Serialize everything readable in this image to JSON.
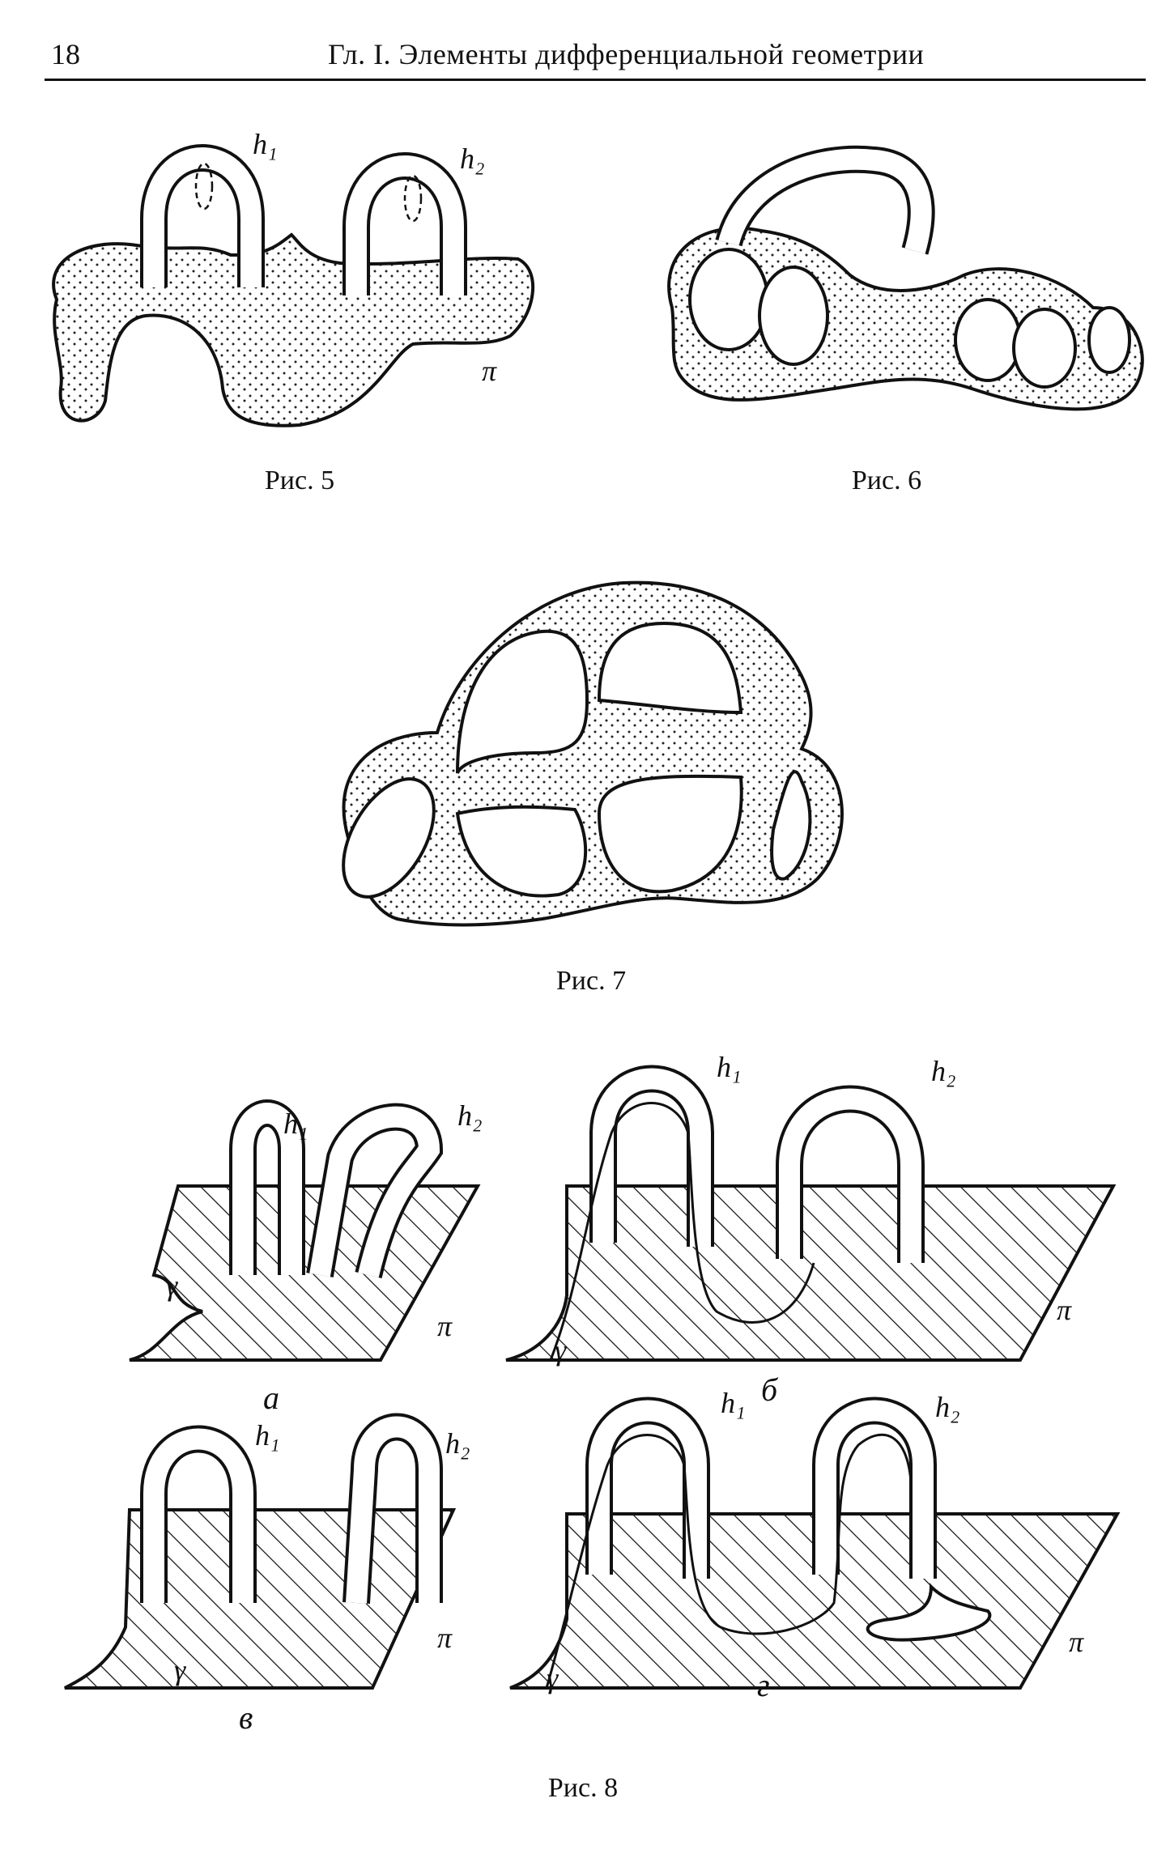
{
  "header": {
    "page_number": "18",
    "running_title": "Гл. I. Элементы дифференциальной геометрии"
  },
  "figures": {
    "fig5": {
      "caption": "Рис. 5",
      "labels": {
        "h1": "h₁",
        "h2": "h₂",
        "pi": "π"
      }
    },
    "fig6": {
      "caption": "Рис. 6"
    },
    "fig7": {
      "caption": "Рис. 7"
    },
    "fig8": {
      "caption": "Рис. 8",
      "panels": [
        {
          "letter": "a",
          "labels": {
            "h1": "h₁",
            "h2": "h₂",
            "gamma": "γ",
            "pi": "π"
          }
        },
        {
          "letter": "б",
          "labels": {
            "h1": "h₁",
            "h2": "h₂",
            "gamma": "γ",
            "pi": "π"
          }
        },
        {
          "letter": "в",
          "labels": {
            "h1": "h₁",
            "h2": "h₂",
            "gamma": "γ",
            "pi": "π"
          }
        },
        {
          "letter": "г",
          "labels": {
            "h1": "h₁",
            "h2": "h₂",
            "gamma": "γ",
            "pi": "π"
          }
        }
      ]
    }
  }
}
